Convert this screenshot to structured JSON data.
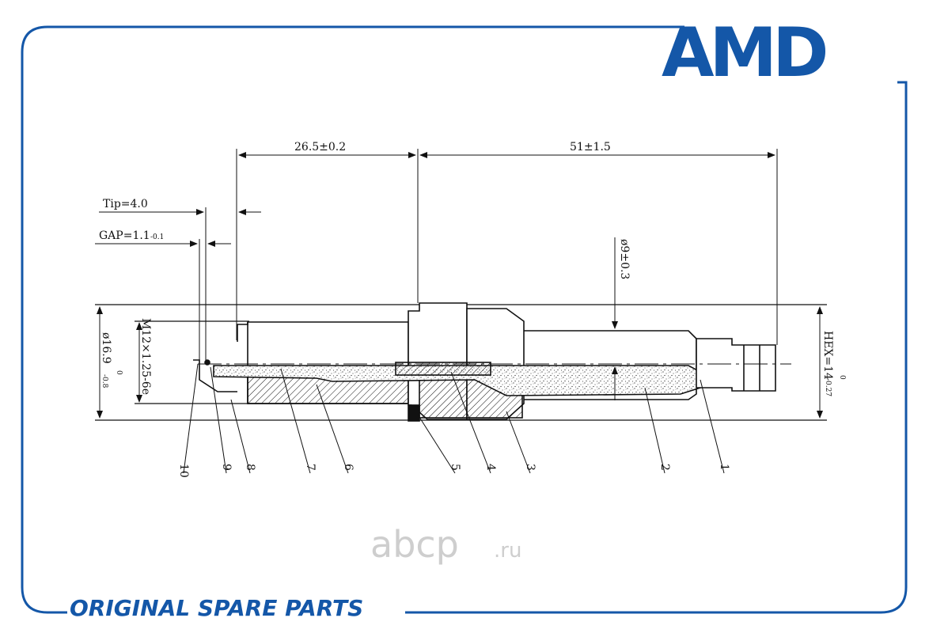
{
  "brand": {
    "logo": "AMD",
    "slogan": "ORIGINAL SPARE PARTS",
    "color": "#1457a8"
  },
  "watermark": {
    "main": "abcp",
    "suffix": ".ru"
  },
  "dimensions": {
    "length_a": "26.5±0.2",
    "length_b": "51±1.5",
    "tip": "Tip=4.0",
    "gap": "GAP=1.1",
    "gap_tol": "-0.1",
    "diameter_9": "ø9±0.3",
    "thread": "M12×1.25-6e",
    "diameter_169": "ø16.9",
    "diameter_169_tol_upper": "0",
    "diameter_169_tol_lower": "-0.8",
    "hex": "HEX=14",
    "hex_tol_upper": "0",
    "hex_tol_lower": "-0.27"
  },
  "callouts": [
    "10",
    "9",
    "8",
    "7",
    "6",
    "5",
    "4",
    "3",
    "2",
    "1"
  ]
}
